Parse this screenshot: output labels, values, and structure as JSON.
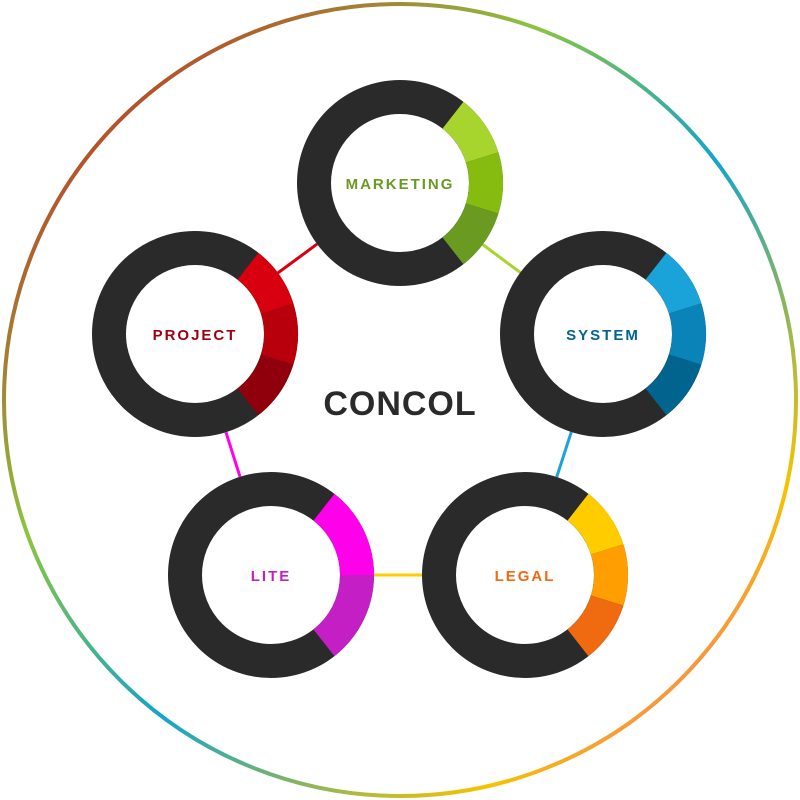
{
  "center": {
    "label": "CONCOL",
    "color": "#2a2a2a"
  },
  "ring_color": "#2a2a2a",
  "outer_gradient": [
    "#8bc53f",
    "#12a5c9",
    "#f5c300",
    "#ff1fe0",
    "#d0021b"
  ],
  "nodes": [
    {
      "id": "marketing",
      "label": "MARKETING",
      "color": "#6a9a1f",
      "accent": [
        "#a8d52d",
        "#86bb10",
        "#6a9a1f"
      ]
    },
    {
      "id": "system",
      "label": "SYSTEM",
      "color": "#00648f",
      "accent": [
        "#1aa3d8",
        "#0a84b8",
        "#00648f"
      ]
    },
    {
      "id": "legal",
      "label": "LEGAL",
      "color": "#f06a0f",
      "accent": [
        "#ffcc00",
        "#ff9e00",
        "#f06a0f"
      ]
    },
    {
      "id": "lite",
      "label": "LITE",
      "color": "#c41fc4",
      "accent": [
        "#ff00ea",
        "#c41fc4"
      ]
    },
    {
      "id": "project",
      "label": "PROJECT",
      "color": "#a0000d",
      "accent": [
        "#d8000f",
        "#b8000d",
        "#8f000c"
      ]
    }
  ]
}
